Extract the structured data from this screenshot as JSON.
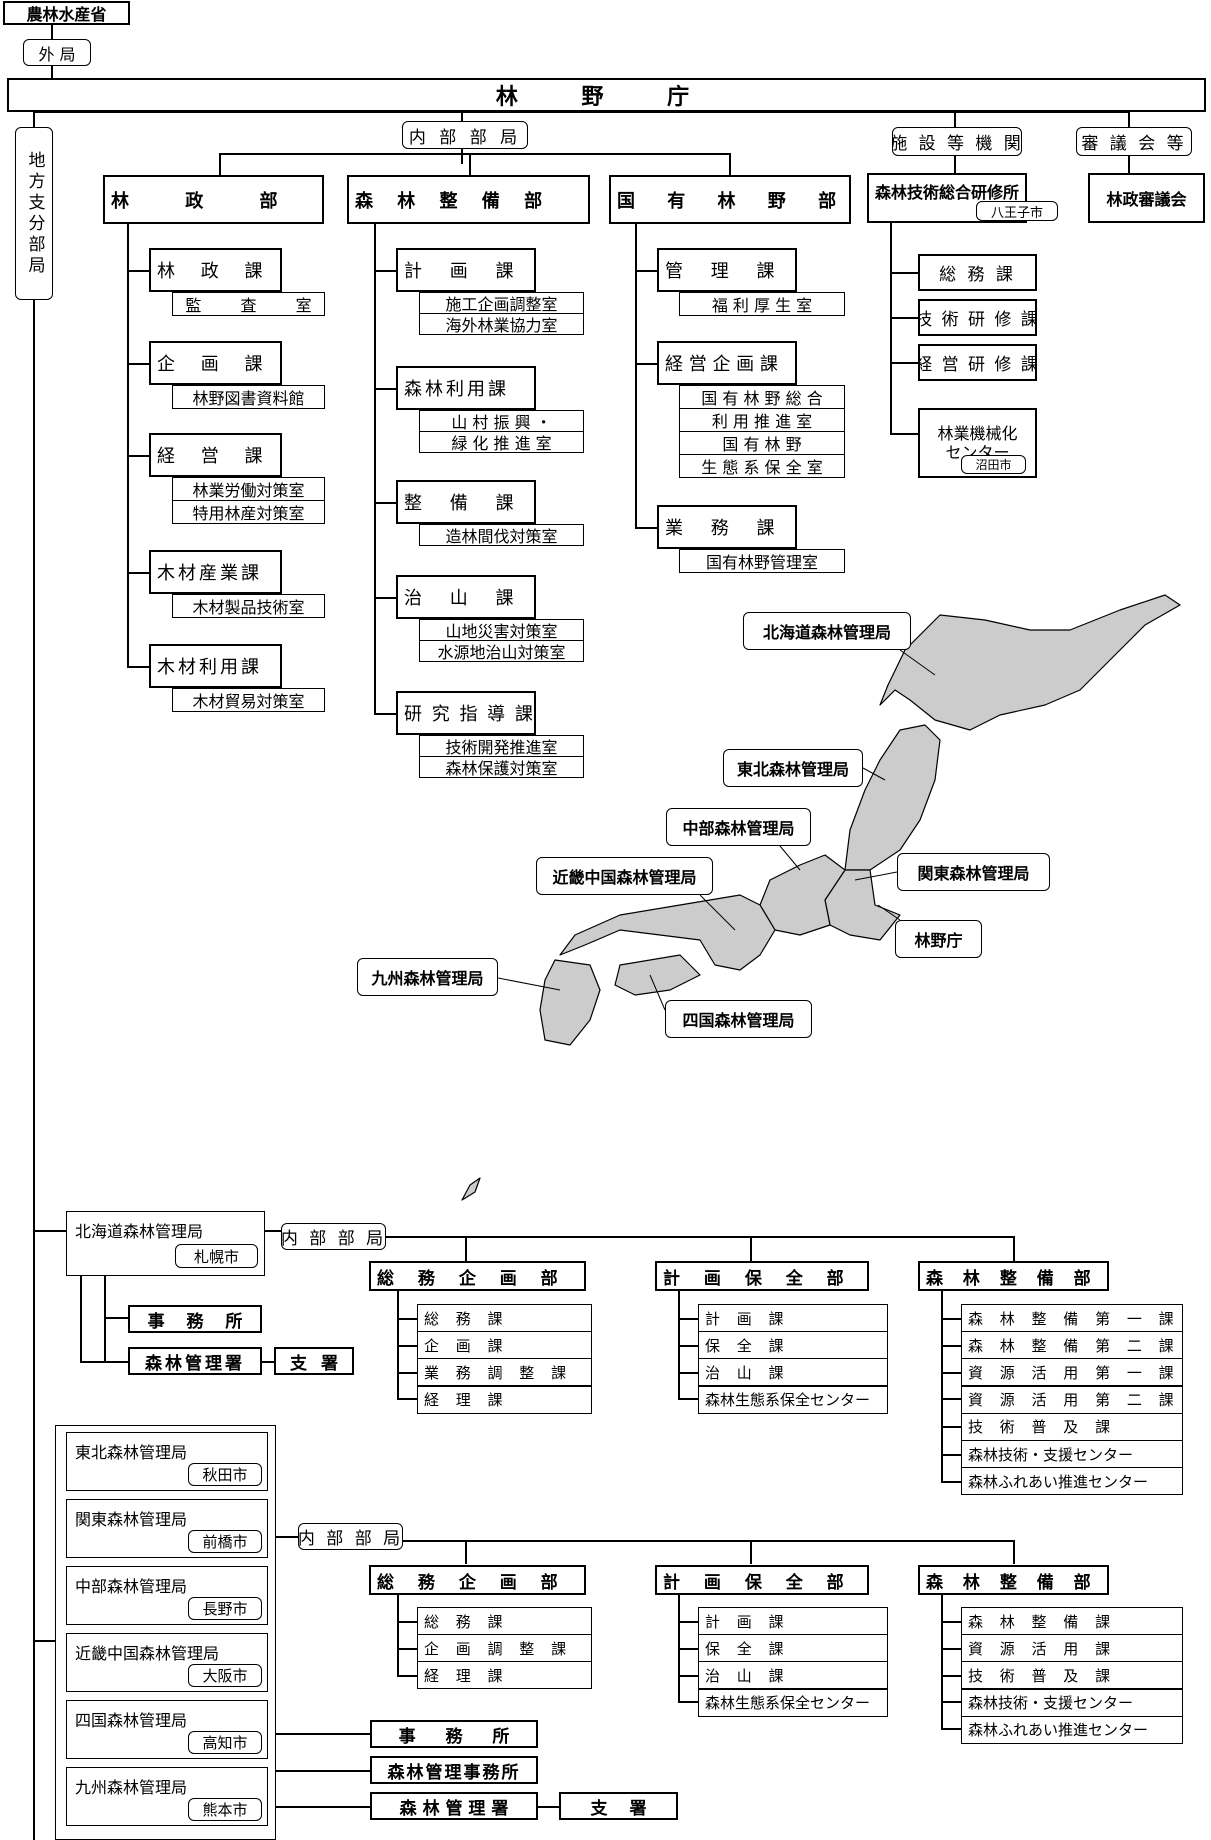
{
  "top": {
    "ministry": "農林水産省",
    "extra": "外 局",
    "agency": "林 野 庁"
  },
  "headquarters": {
    "label": "内 部 部 局",
    "local_branch": "地方支分部局",
    "departments": [
      {
        "name": "林 政 部",
        "sections": [
          {
            "name": "林 政 課",
            "offices": [
              "監 査 室"
            ]
          },
          {
            "name": "企 画 課",
            "offices": [
              "林野図書資料館"
            ]
          },
          {
            "name": "経 営 課",
            "offices": [
              "林業労働対策室",
              "特用林産対策室"
            ]
          },
          {
            "name": "木材産業課",
            "offices": [
              "木材製品技術室"
            ]
          },
          {
            "name": "木材利用課",
            "offices": [
              "木材貿易対策室"
            ]
          }
        ]
      },
      {
        "name": "森 林 整 備 部",
        "sections": [
          {
            "name": "計 画 課",
            "offices": [
              "施工企画調整室",
              "海外林業協力室"
            ]
          },
          {
            "name": "森林利用課",
            "offices": [
              "山 村 振 興 ・",
              "緑 化 推 進 室"
            ]
          },
          {
            "name": "整 備 課",
            "offices": [
              "造林間伐対策室"
            ]
          },
          {
            "name": "治 山 課",
            "offices": [
              "山地災害対策室",
              "水源地治山対策室"
            ]
          },
          {
            "name": "研 究 指 導 課",
            "offices": [
              "技術開発推進室",
              "森林保護対策室"
            ]
          }
        ]
      },
      {
        "name": "国 有 林 野 部",
        "sections": [
          {
            "name": "管 理 課",
            "offices": [
              "福 利 厚 生 室"
            ]
          },
          {
            "name": "経 営 企 画 課",
            "offices": [
              "国 有 林 野 総 合",
              "利 用 推 進 室",
              "国 有 林 野",
              "生 態 系 保 全 室"
            ]
          },
          {
            "name": "業 務 課",
            "offices": [
              "国有林野管理室"
            ]
          }
        ]
      }
    ],
    "facilities": {
      "label": "施 設 等 機 関",
      "institute": "森林技術総合研修所",
      "institute_city": "八王子市",
      "units": [
        "総 務 課",
        "技 術 研 修 課",
        "経 営 研 修 課"
      ],
      "machinery_center": [
        "林業機械化",
        "センター"
      ],
      "machinery_city": "沼田市"
    },
    "councils": {
      "label": "審 議 会 等",
      "name": "林政審議会"
    }
  },
  "map": {
    "callouts": {
      "hokkaido": "北海道森林管理局",
      "tohoku": "東北森林管理局",
      "chubu": "中部森林管理局",
      "kanto": "関東森林管理局",
      "kinki": "近畿中国森林管理局",
      "rinya": "林野庁",
      "kyushu": "九州森林管理局",
      "shikoku": "四国森林管理局"
    },
    "region_fill": "#cccccc"
  },
  "hokkaido_bureau": {
    "name": "北海道森林管理局",
    "city": "札幌市",
    "internal": "内 部 部 局",
    "office": "事 務 所",
    "station": "森林管理署",
    "branch": "支 署",
    "depts": [
      {
        "name": "総 務 企 画 部",
        "sections": [
          "総 務 課",
          "企 画 課",
          "業 務 調 整 課",
          "経 理 課"
        ]
      },
      {
        "name": "計 画 保 全 部",
        "sections": [
          "計 画 課",
          "保 全 課",
          "治 山 課",
          "森林生態系保全センター"
        ]
      },
      {
        "name": "森 林 整 備 部",
        "sections": [
          "森 林 整 備 第 一 課",
          "森 林 整 備 第 二 課",
          "資 源 活 用 第 一 課",
          "資 源 活 用 第 二 課",
          "技 術 普 及 課",
          "森林技術・支援センター",
          "森林ふれあい推進センター"
        ]
      }
    ]
  },
  "other_bureaus": {
    "list": [
      {
        "name": "東北森林管理局",
        "city": "秋田市"
      },
      {
        "name": "関東森林管理局",
        "city": "前橋市"
      },
      {
        "name": "中部森林管理局",
        "city": "長野市"
      },
      {
        "name": "近畿中国森林管理局",
        "city": "大阪市"
      },
      {
        "name": "四国森林管理局",
        "city": "高知市"
      },
      {
        "name": "九州森林管理局",
        "city": "熊本市"
      }
    ],
    "internal": "内 部 部 局",
    "office": "事 務 所",
    "mgmt_office": "森林管理事務所",
    "station": "森 林 管 理 署",
    "branch": "支 署",
    "depts": [
      {
        "name": "総 務 企 画 部",
        "sections": [
          "総 務 課",
          "企 画 調 整 課",
          "経 理 課"
        ]
      },
      {
        "name": "計 画 保 全 部",
        "sections": [
          "計 画 課",
          "保 全 課",
          "治 山 課",
          "森林生態系保全センター"
        ]
      },
      {
        "name": "森 林 整 備 部",
        "sections": [
          "森 林 整 備 課",
          "資 源 活 用 課",
          "技 術 普 及 課",
          "森林技術・支援センター",
          "森林ふれあい推進センター"
        ]
      }
    ]
  }
}
